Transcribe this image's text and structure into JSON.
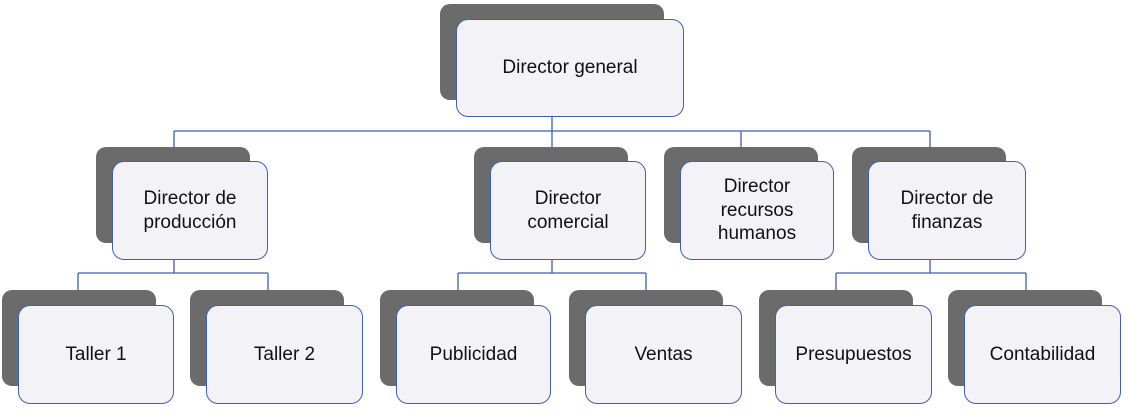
{
  "org_chart": {
    "root": {
      "label": "Director general"
    },
    "directors": [
      {
        "label": "Director de\nproducción"
      },
      {
        "label": "Director\ncomercial"
      },
      {
        "label": "Director\nrecursos\nhumanos"
      },
      {
        "label": "Director de\nfinanzas"
      }
    ],
    "units": [
      {
        "label": "Taller 1"
      },
      {
        "label": "Taller 2"
      },
      {
        "label": "Publicidad"
      },
      {
        "label": "Ventas"
      },
      {
        "label": "Presupuestos"
      },
      {
        "label": "Contabilidad"
      }
    ]
  },
  "colors": {
    "connector": "#3f5fb8",
    "box_fill": "#f3f3f7",
    "shadow": "#6b6b6b"
  }
}
